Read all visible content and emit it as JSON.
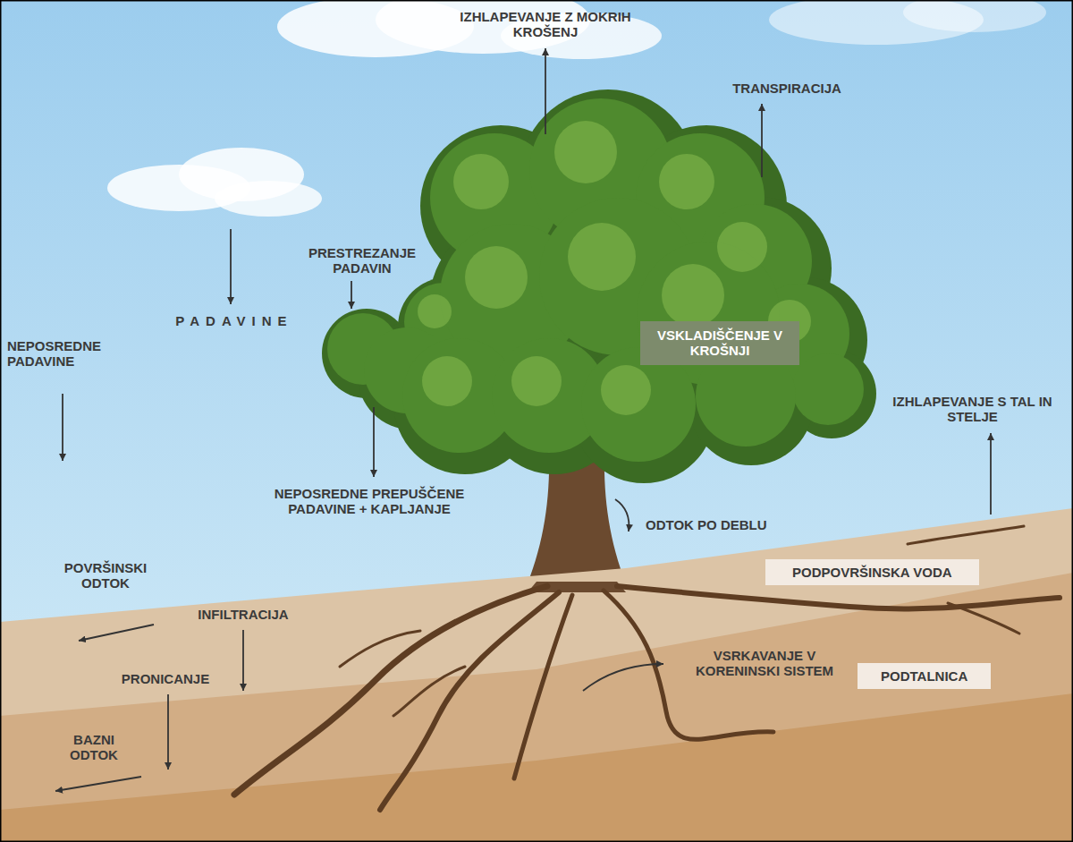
{
  "diagram": {
    "nodes": [
      {
        "text": [
          "VSKLADIŠČENJE V KROŠNJI"
        ]
      },
      {
        "text": [
          "PODPOVRŠINSKA VODA"
        ]
      },
      {
        "text": [
          "PODTALNICA"
        ]
      }
    ],
    "labels": [
      "IZHLAPEVANJE Z MOKRIH KROŠENJ",
      "TRANSPIRACIJA",
      "PRESTREZANJE PADAVIN",
      "PADAVINE",
      "NEPOSREDNE PADAVINE",
      "IZHLAPEVANJE S TAL IN STELJE",
      "NEPOSREDNE PREPUŠČENE PADAVINE + KAPLJANJE",
      "ODTOK PO DEBLU",
      "POVRŠINSKI ODTOK",
      "INFILTRACIJA",
      "VSRKAVANJE V KORENINSKI SISTEM",
      "PRONICANJE",
      "BAZNI ODTOK"
    ]
  }
}
